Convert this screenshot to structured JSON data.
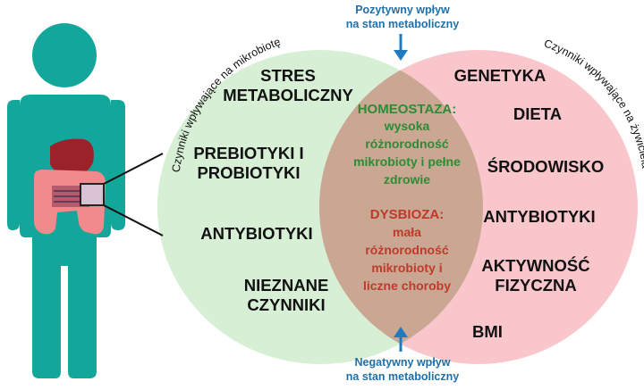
{
  "colors": {
    "body": "#13a79b",
    "left_circle": "#d6efd5",
    "right_circle": "#f9c6cb",
    "overlap": "#c9a792",
    "liver": "#9c2229",
    "intestine": "#f08a8c",
    "arrow": "#1f7bbf",
    "green_text": "#2e8b35",
    "red_text": "#c0392b"
  },
  "top_arrow": {
    "line1": "Pozytywny wpływ",
    "line2": "na stan metaboliczny"
  },
  "bottom_arrow": {
    "line1": "Negatywny wpływ",
    "line2": "na stan metaboliczny"
  },
  "left_arc_label": "Czynniki wpływające na mikrobiotę",
  "right_arc_label": "Czynniki wpływające na żywiciela",
  "left_items": {
    "stres_1": "STRES",
    "stres_2": "METABOLICZNY",
    "prebio_1": "PREBIOTYKI I",
    "prebio_2": "PROBIOTYKI",
    "antybiotyki": "ANTYBIOTYKI",
    "nieznane_1": "NIEZNANE",
    "nieznane_2": "CZYNNIKI"
  },
  "right_items": {
    "genetyka": "GENETYKA",
    "dieta": "DIETA",
    "srodowisko": "ŚRODOWISKO",
    "antybiotyki": "ANTYBIOTYKI",
    "aktywnosc_1": "AKTYWNOŚĆ",
    "aktywnosc_2": "FIZYCZNA",
    "bmi": "BMI"
  },
  "homeostaza": {
    "head": "HOMEOSTAZA:",
    "l1": "wysoka",
    "l2": "różnorodność",
    "l3": "mikrobioty i pełne",
    "l4": "zdrowie"
  },
  "dysbioza": {
    "head": "DYSBIOZA:",
    "l1": "mała",
    "l2": "różnorodność",
    "l3": "mikrobioty i",
    "l4": "liczne choroby"
  }
}
